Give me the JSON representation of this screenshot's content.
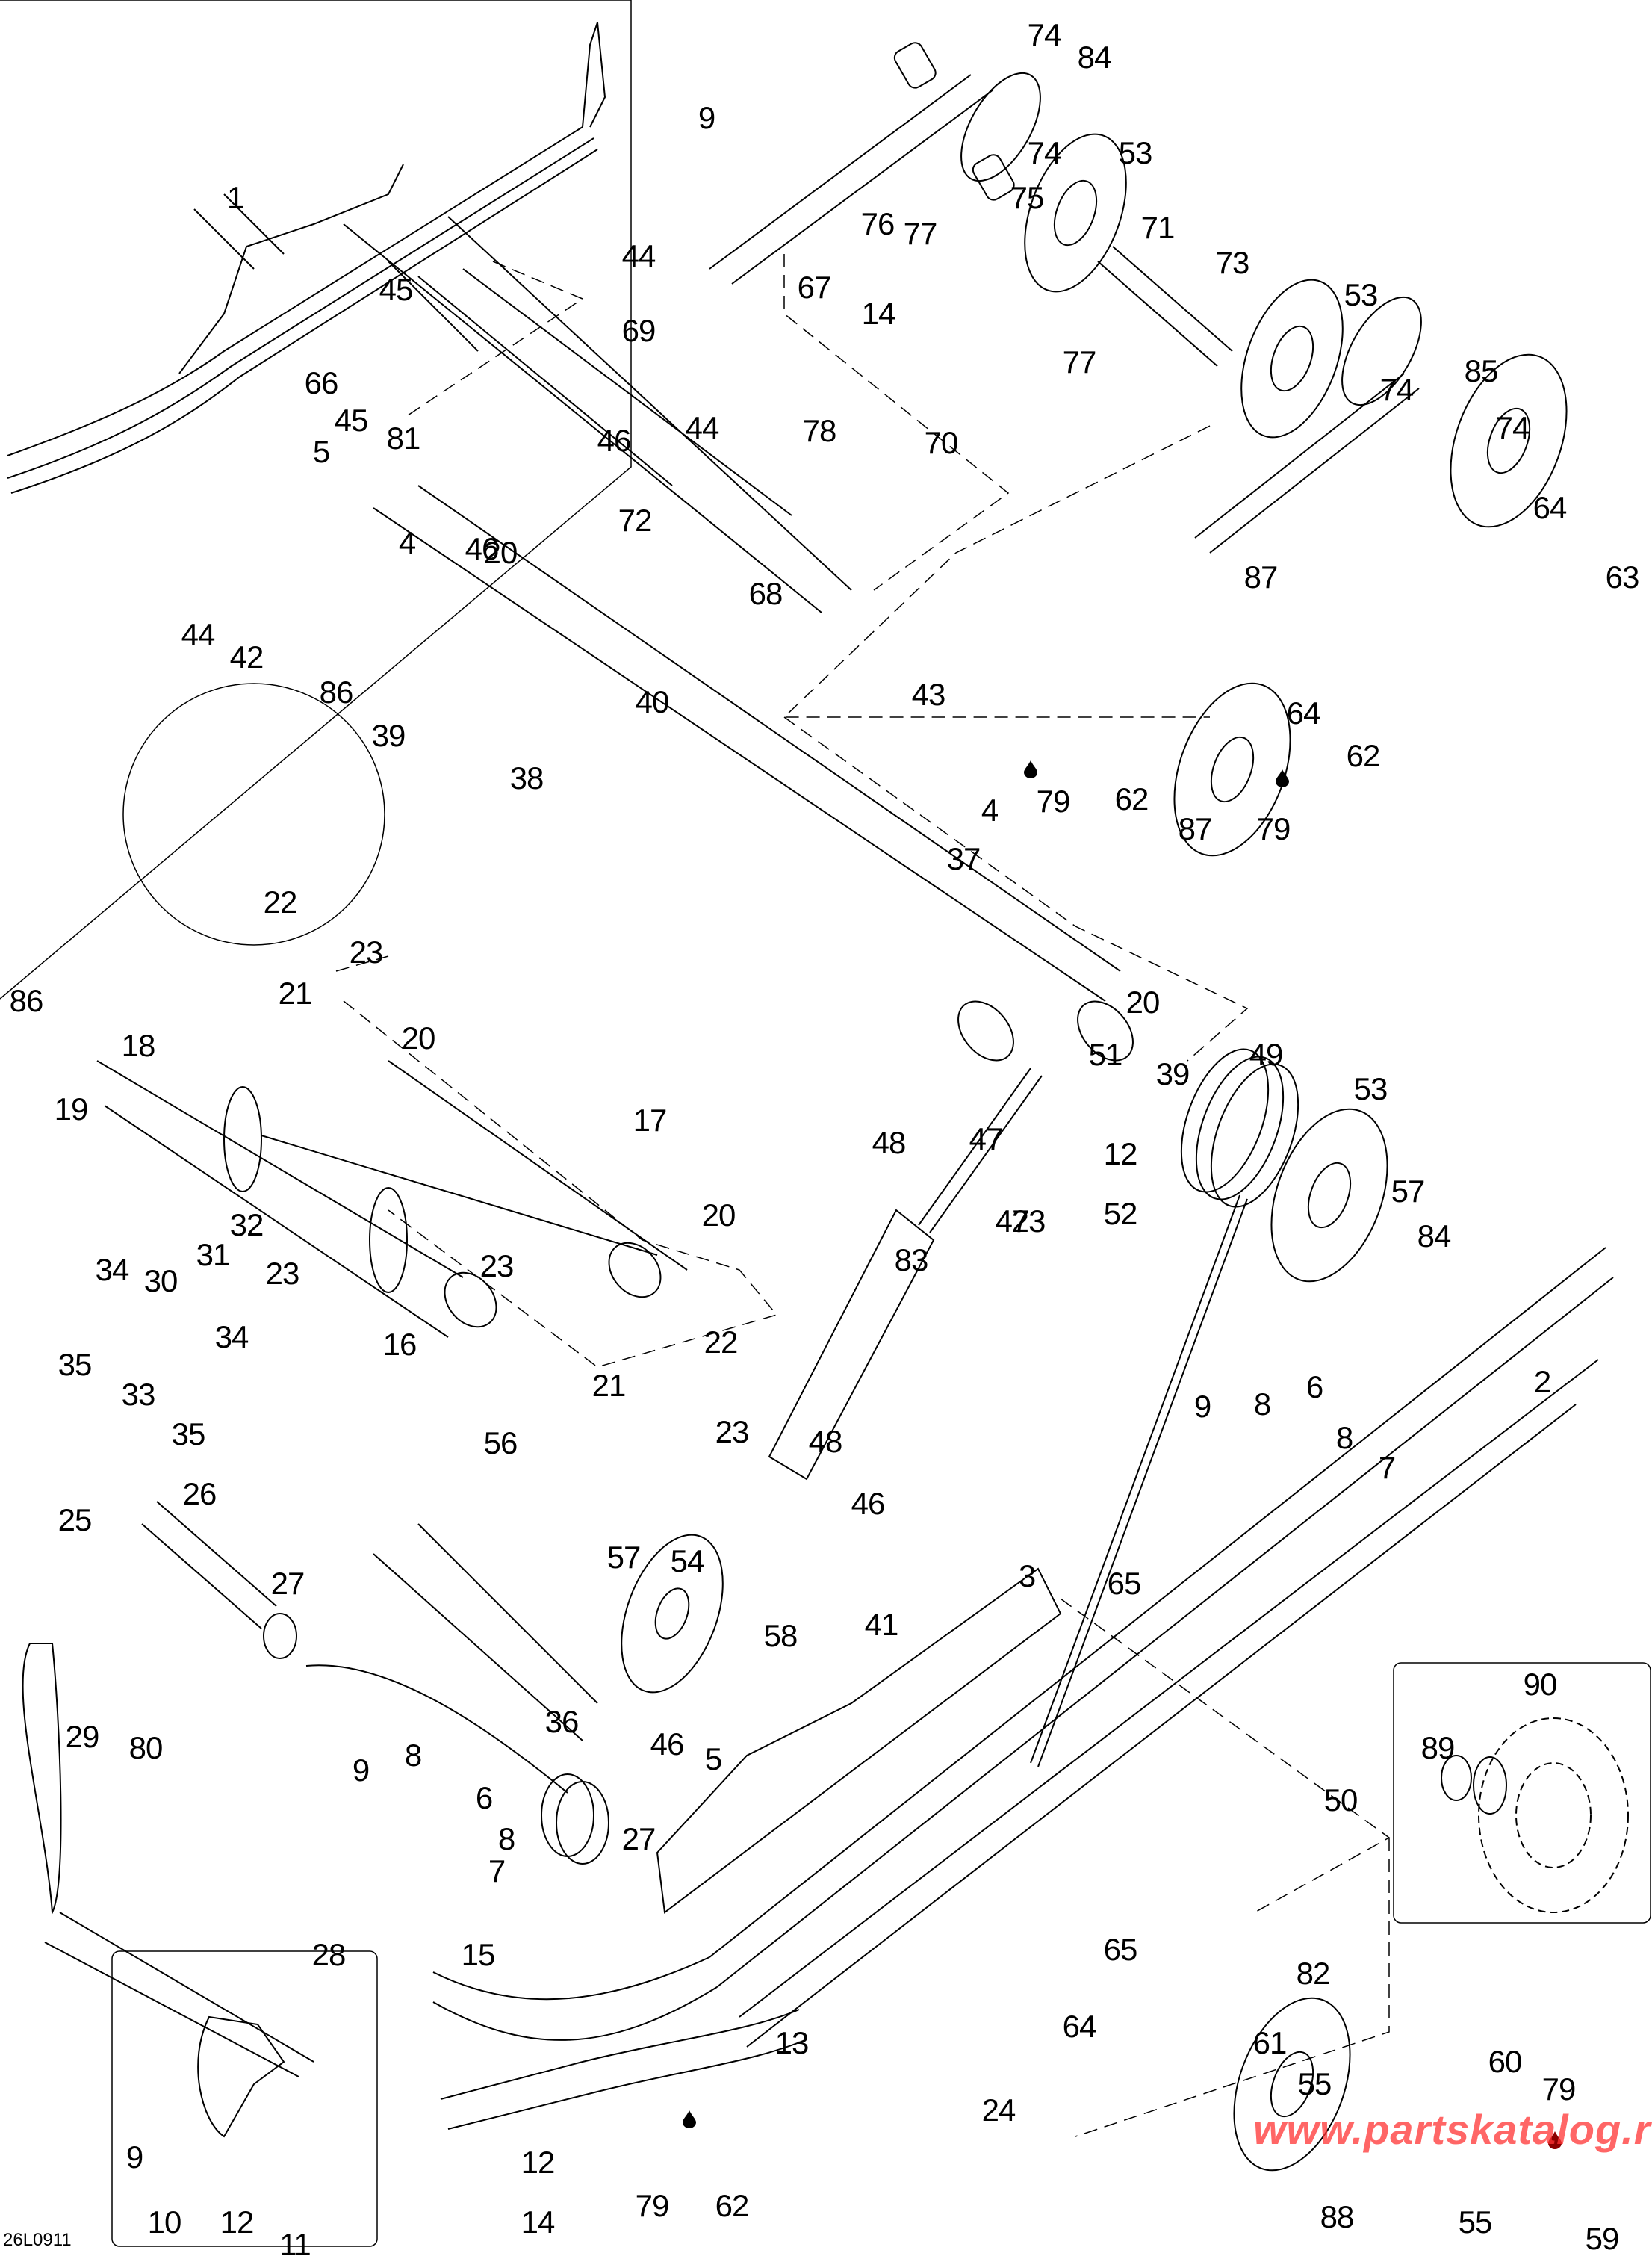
{
  "diagram": {
    "title": "Rear suspension exploded parts diagram",
    "drawing_code": "26L0911",
    "watermark": "www.partskatalog.ru",
    "accent_color": "#ff3333",
    "line_color": "#000000",
    "background": "#ffffff",
    "callouts": [
      {
        "id": "c1",
        "num": "1"
      },
      {
        "id": "c74a",
        "num": "74"
      },
      {
        "id": "c84a",
        "num": "84"
      },
      {
        "id": "c9a",
        "num": "9"
      },
      {
        "id": "c74b",
        "num": "74"
      },
      {
        "id": "c53a",
        "num": "53"
      },
      {
        "id": "c75",
        "num": "75"
      },
      {
        "id": "c76",
        "num": "76"
      },
      {
        "id": "c77a",
        "num": "77"
      },
      {
        "id": "c71",
        "num": "71"
      },
      {
        "id": "c44a",
        "num": "44"
      },
      {
        "id": "c67",
        "num": "67"
      },
      {
        "id": "c14a",
        "num": "14"
      },
      {
        "id": "c73",
        "num": "73"
      },
      {
        "id": "c45a",
        "num": "45"
      },
      {
        "id": "c53b",
        "num": "53"
      },
      {
        "id": "c69",
        "num": "69"
      },
      {
        "id": "c77b",
        "num": "77"
      },
      {
        "id": "c66",
        "num": "66"
      },
      {
        "id": "c74c",
        "num": "74"
      },
      {
        "id": "c85",
        "num": "85"
      },
      {
        "id": "c44b",
        "num": "44"
      },
      {
        "id": "c45b",
        "num": "45"
      },
      {
        "id": "c81",
        "num": "81"
      },
      {
        "id": "c46a",
        "num": "46"
      },
      {
        "id": "c78",
        "num": "78"
      },
      {
        "id": "c70",
        "num": "70"
      },
      {
        "id": "c74d",
        "num": "74"
      },
      {
        "id": "c5a",
        "num": "5"
      },
      {
        "id": "c64a",
        "num": "64"
      },
      {
        "id": "c72",
        "num": "72"
      },
      {
        "id": "c4a",
        "num": "4"
      },
      {
        "id": "c46b",
        "num": "46"
      },
      {
        "id": "c44c",
        "num": "44"
      },
      {
        "id": "c42",
        "num": "42"
      },
      {
        "id": "c68",
        "num": "68"
      },
      {
        "id": "c87a",
        "num": "87"
      },
      {
        "id": "c63",
        "num": "63"
      },
      {
        "id": "c20a",
        "num": "20"
      },
      {
        "id": "c86a",
        "num": "86"
      },
      {
        "id": "c40",
        "num": "40"
      },
      {
        "id": "c39a",
        "num": "39"
      },
      {
        "id": "c43",
        "num": "43"
      },
      {
        "id": "c64b",
        "num": "64"
      },
      {
        "id": "c62a",
        "num": "62"
      },
      {
        "id": "c79a",
        "num": "79"
      },
      {
        "id": "c62b",
        "num": "62"
      },
      {
        "id": "c4b",
        "num": "4"
      },
      {
        "id": "c87b",
        "num": "87"
      },
      {
        "id": "c79b",
        "num": "79"
      },
      {
        "id": "c38",
        "num": "38"
      },
      {
        "id": "c37",
        "num": "37"
      },
      {
        "id": "c22a",
        "num": "22"
      },
      {
        "id": "c23a",
        "num": "23"
      },
      {
        "id": "c21a",
        "num": "21"
      },
      {
        "id": "c86b",
        "num": "86"
      },
      {
        "id": "c18",
        "num": "18"
      },
      {
        "id": "c20b",
        "num": "20"
      },
      {
        "id": "c20c",
        "num": "20"
      },
      {
        "id": "c19",
        "num": "19"
      },
      {
        "id": "c51",
        "num": "51"
      },
      {
        "id": "c49",
        "num": "49"
      },
      {
        "id": "c39b",
        "num": "39"
      },
      {
        "id": "c53c",
        "num": "53"
      },
      {
        "id": "c48a",
        "num": "48"
      },
      {
        "id": "c47a",
        "num": "47"
      },
      {
        "id": "c12a",
        "num": "12"
      },
      {
        "id": "c52",
        "num": "52"
      },
      {
        "id": "c17",
        "num": "17"
      },
      {
        "id": "c47b",
        "num": "47"
      },
      {
        "id": "c23b",
        "num": "23"
      },
      {
        "id": "c57a",
        "num": "57"
      },
      {
        "id": "c84b",
        "num": "84"
      },
      {
        "id": "c20d",
        "num": "20"
      },
      {
        "id": "c32",
        "num": "32"
      },
      {
        "id": "c31",
        "num": "31"
      },
      {
        "id": "c34a",
        "num": "34"
      },
      {
        "id": "c30",
        "num": "30"
      },
      {
        "id": "c23c",
        "num": "23"
      },
      {
        "id": "c23d",
        "num": "23"
      },
      {
        "id": "c83",
        "num": "83"
      },
      {
        "id": "c35a",
        "num": "35"
      },
      {
        "id": "c34b",
        "num": "34"
      },
      {
        "id": "c16",
        "num": "16"
      },
      {
        "id": "c22b",
        "num": "22"
      },
      {
        "id": "c33",
        "num": "33"
      },
      {
        "id": "c35b",
        "num": "35"
      },
      {
        "id": "c21b",
        "num": "21"
      },
      {
        "id": "c2",
        "num": "2"
      },
      {
        "id": "c9b",
        "num": "9"
      },
      {
        "id": "c8a",
        "num": "8"
      },
      {
        "id": "c6a",
        "num": "6"
      },
      {
        "id": "c8b",
        "num": "8"
      },
      {
        "id": "c23e",
        "num": "23"
      },
      {
        "id": "c48b",
        "num": "48"
      },
      {
        "id": "c7a",
        "num": "7"
      },
      {
        "id": "c56",
        "num": "56"
      },
      {
        "id": "c25",
        "num": "25"
      },
      {
        "id": "c26",
        "num": "26"
      },
      {
        "id": "c46c",
        "num": "46"
      },
      {
        "id": "c57b",
        "num": "57"
      },
      {
        "id": "c54",
        "num": "54"
      },
      {
        "id": "c27a",
        "num": "27"
      },
      {
        "id": "c3",
        "num": "3"
      },
      {
        "id": "c65a",
        "num": "65"
      },
      {
        "id": "c41",
        "num": "41"
      },
      {
        "id": "c58",
        "num": "58"
      },
      {
        "id": "c90",
        "num": "90"
      },
      {
        "id": "c29",
        "num": "29"
      },
      {
        "id": "c36",
        "num": "36"
      },
      {
        "id": "c46d",
        "num": "46"
      },
      {
        "id": "c5b",
        "num": "5"
      },
      {
        "id": "c89",
        "num": "89"
      },
      {
        "id": "c80",
        "num": "80"
      },
      {
        "id": "c9c",
        "num": "9"
      },
      {
        "id": "c8c",
        "num": "8"
      },
      {
        "id": "c6b",
        "num": "6"
      },
      {
        "id": "c50",
        "num": "50"
      },
      {
        "id": "c8d",
        "num": "8"
      },
      {
        "id": "c27b",
        "num": "27"
      },
      {
        "id": "c7b",
        "num": "7"
      },
      {
        "id": "c65b",
        "num": "65"
      },
      {
        "id": "c28",
        "num": "28"
      },
      {
        "id": "c15",
        "num": "15"
      },
      {
        "id": "c82",
        "num": "82"
      },
      {
        "id": "c64c",
        "num": "64"
      },
      {
        "id": "c13",
        "num": "13"
      },
      {
        "id": "c61",
        "num": "61"
      },
      {
        "id": "c55a",
        "num": "55"
      },
      {
        "id": "c60",
        "num": "60"
      },
      {
        "id": "c79c",
        "num": "79"
      },
      {
        "id": "c24",
        "num": "24"
      },
      {
        "id": "c9d",
        "num": "9"
      },
      {
        "id": "c10",
        "num": "10"
      },
      {
        "id": "c12b",
        "num": "12"
      },
      {
        "id": "c11",
        "num": "11"
      },
      {
        "id": "c12c",
        "num": "12"
      },
      {
        "id": "c79d",
        "num": "79"
      },
      {
        "id": "c62c",
        "num": "62"
      },
      {
        "id": "c14b",
        "num": "14"
      },
      {
        "id": "c88",
        "num": "88"
      },
      {
        "id": "c55b",
        "num": "55"
      },
      {
        "id": "c59",
        "num": "59"
      }
    ]
  }
}
